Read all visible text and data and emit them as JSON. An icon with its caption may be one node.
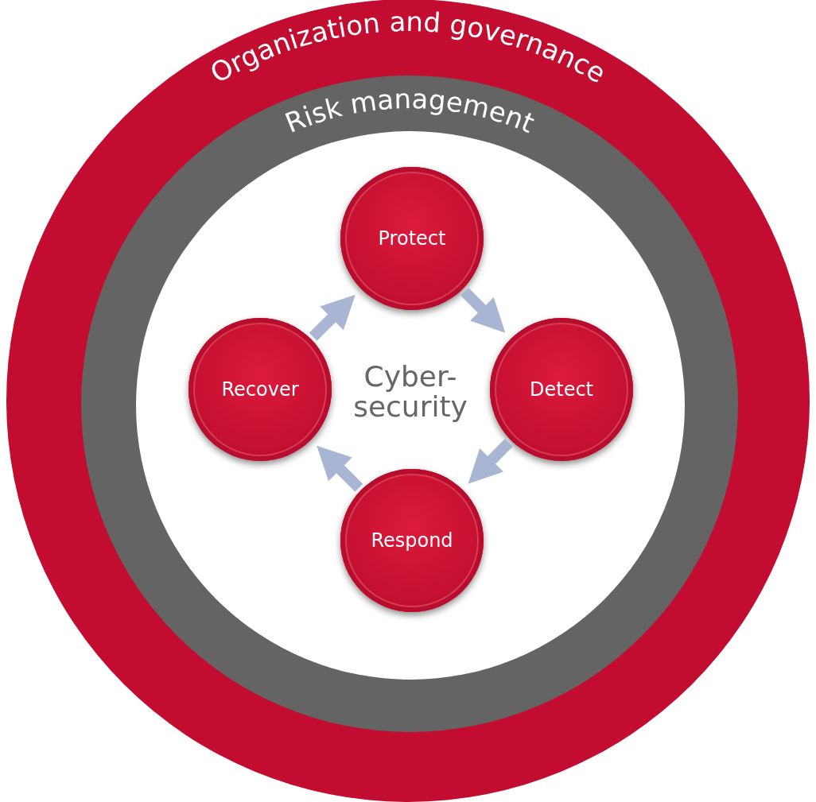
{
  "diagram": {
    "nodes": [
      {
        "text": [
          "Organization and governance"
        ]
      },
      {
        "text": [
          "Risk management"
        ],
        "in": 0
      },
      {
        "text": [
          "Cyber- security"
        ],
        "in": 1
      },
      {
        "text": [
          "Protect"
        ],
        "in": 2
      },
      {
        "text": [
          "Detect"
        ],
        "in": 2
      },
      {
        "text": [
          "Respond"
        ],
        "in": 2
      },
      {
        "text": [
          "Recover"
        ],
        "in": 2
      }
    ],
    "edges": [
      {
        "from": 3,
        "to": 4,
        "arrow": "to"
      },
      {
        "from": 4,
        "to": 5,
        "arrow": "to"
      },
      {
        "from": 5,
        "to": 6,
        "arrow": "to"
      },
      {
        "from": 6,
        "to": 3,
        "arrow": "to"
      }
    ]
  }
}
